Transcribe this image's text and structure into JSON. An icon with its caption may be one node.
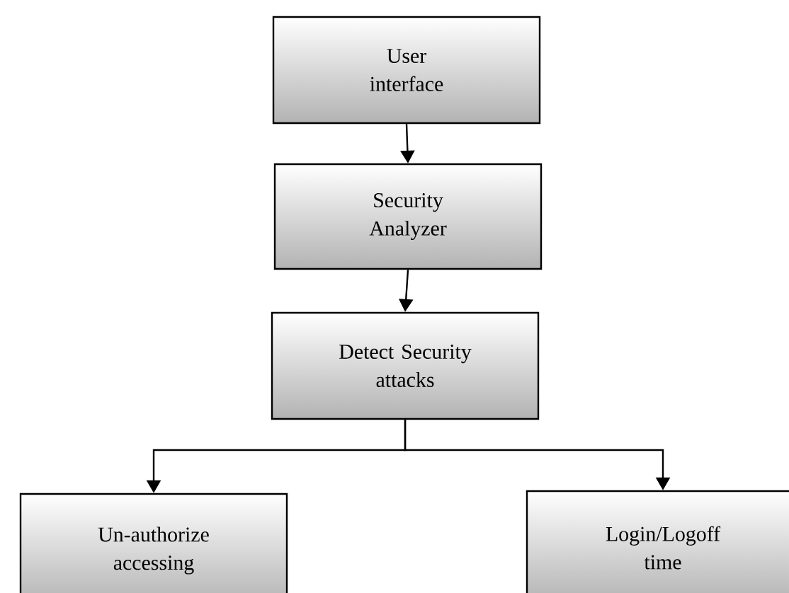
{
  "diagram": {
    "nodes": [
      {
        "text": [
          "User interface"
        ]
      },
      {
        "text": [
          "Security Analyzer"
        ]
      },
      {
        "text": [
          "Detect Security attacks"
        ]
      },
      {
        "text": [
          "Un-authorize accessing"
        ]
      },
      {
        "text": [
          "Login/Logoff time"
        ]
      }
    ],
    "edges": [
      {
        "from": 0,
        "to": 1,
        "arrow": "to"
      },
      {
        "from": 1,
        "to": 2,
        "arrow": "to"
      },
      {
        "from": 2,
        "to": 3,
        "arrow": "to"
      },
      {
        "from": 2,
        "to": 4,
        "arrow": "to"
      }
    ]
  }
}
